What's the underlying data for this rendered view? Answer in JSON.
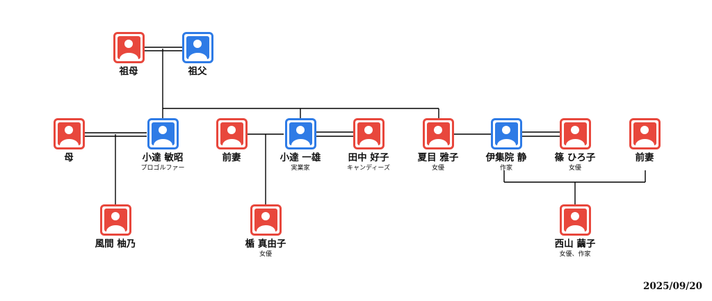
{
  "colors": {
    "female": "#e8473c",
    "male": "#2e7be6",
    "line": "#000000"
  },
  "people": [
    {
      "id": "grandmother",
      "name": "祖母",
      "gender": "female",
      "role": ""
    },
    {
      "id": "grandfather",
      "name": "祖父",
      "gender": "male",
      "role": ""
    },
    {
      "id": "mother",
      "name": "母",
      "gender": "female",
      "role": ""
    },
    {
      "id": "toshiaki",
      "name": "小達 敏昭",
      "gender": "male",
      "role": "プロゴルファー"
    },
    {
      "id": "ex-wife-1",
      "name": "前妻",
      "gender": "female",
      "role": ""
    },
    {
      "id": "kazuo",
      "name": "小達 一雄",
      "gender": "male",
      "role": "実業家"
    },
    {
      "id": "yoshiko",
      "name": "田中 好子",
      "gender": "female",
      "role": "キャンディーズ"
    },
    {
      "id": "masako",
      "name": "夏目 雅子",
      "gender": "female",
      "role": "女優"
    },
    {
      "id": "shizuka",
      "name": "伊集院 静",
      "gender": "male",
      "role": "作家"
    },
    {
      "id": "hiroko",
      "name": "篠 ひろ子",
      "gender": "female",
      "role": "女優"
    },
    {
      "id": "ex-wife-2",
      "name": "前妻",
      "gender": "female",
      "role": ""
    },
    {
      "id": "yuno",
      "name": "風間 柚乃",
      "gender": "female",
      "role": ""
    },
    {
      "id": "mayuko",
      "name": "楯 真由子",
      "gender": "female",
      "role": "女優"
    },
    {
      "id": "ranko",
      "name": "西山 繭子",
      "gender": "female",
      "role": "女優、作家"
    }
  ],
  "date": "2025/09/20"
}
